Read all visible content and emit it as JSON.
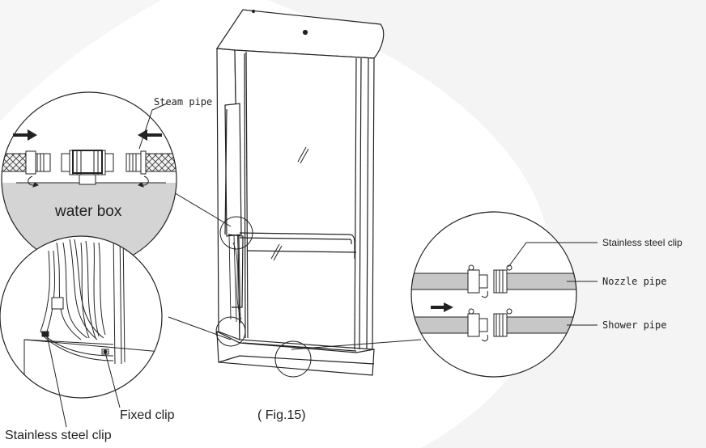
{
  "figure": {
    "caption": "( Fig.15)",
    "background_swoosh_color": "#f2f2f2",
    "line_color": "#222222",
    "pipe_color": "#bdbdbd"
  },
  "callout_water_box": {
    "steam_pipe_label": "Steam pipe",
    "water_box_label": "water box"
  },
  "callout_clips_left": {
    "fixed_clip_label": "Fixed clip",
    "stainless_clip_label": "Stainless steel clip"
  },
  "callout_pipes_right": {
    "stainless_clip_label": "Stainless steel clip",
    "nozzle_pipe_label": "Nozzle pipe",
    "shower_pipe_label": "Shower pipe"
  }
}
